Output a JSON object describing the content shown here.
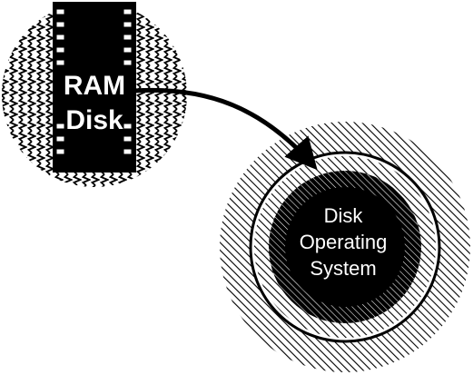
{
  "ram_disk": {
    "line1": "RAM",
    "line2": "Disk"
  },
  "disk_os": {
    "line1": "Disk",
    "line2": "Operating",
    "line3": "System"
  },
  "colors": {
    "ink": "#000000",
    "paper": "#ffffff"
  }
}
